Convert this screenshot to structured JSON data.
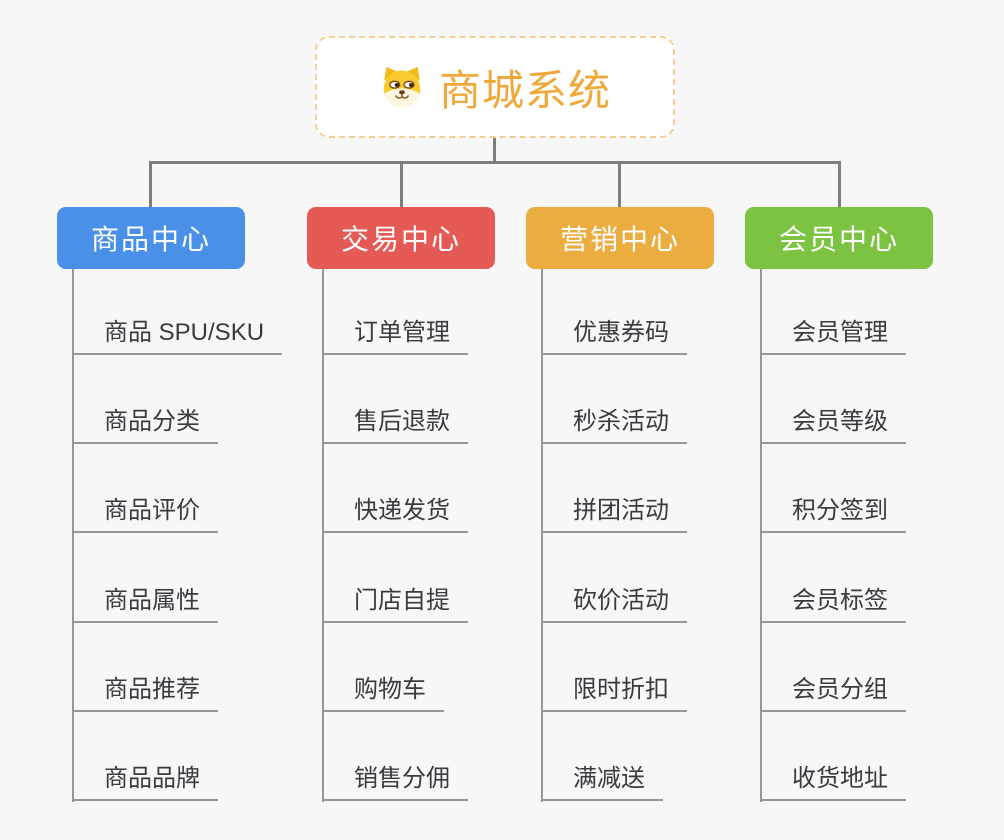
{
  "root": {
    "title": "商城系统",
    "icon": "dog-face-icon",
    "text_color": "#F0A83A",
    "border_color": "#F4CE92"
  },
  "branches": [
    {
      "label": "商品中心",
      "color": "#4A8FE8",
      "children": [
        "商品 SPU/SKU",
        "商品分类",
        "商品评价",
        "商品属性",
        "商品推荐",
        "商品品牌"
      ]
    },
    {
      "label": "交易中心",
      "color": "#E65A55",
      "children": [
        "订单管理",
        "售后退款",
        "快递发货",
        "门店自提",
        "购物车",
        "销售分佣"
      ]
    },
    {
      "label": "营销中心",
      "color": "#ECAD40",
      "children": [
        "优惠券码",
        "秒杀活动",
        "拼团活动",
        "砍价活动",
        "限时折扣",
        "满减送"
      ]
    },
    {
      "label": "会员中心",
      "color": "#7CC342",
      "children": [
        "会员管理",
        "会员等级",
        "积分签到",
        "会员标签",
        "会员分组",
        "收货地址"
      ]
    }
  ],
  "connector_color": "#7E7E7E",
  "leaf_line_color": "#979797",
  "canvas_background": "#F7F7F7"
}
